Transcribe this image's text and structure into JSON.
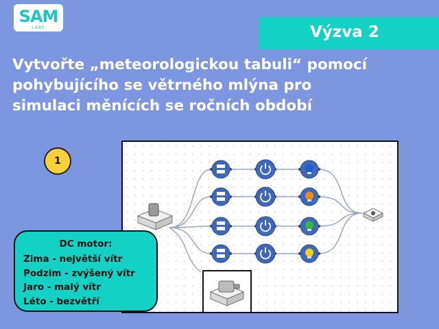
{
  "logo": {
    "text": "SAM",
    "sub": "LABS"
  },
  "badge": {
    "label": "Výzva 2"
  },
  "title": {
    "line1": "Vytvořte „meteorologickou tabuli“ pomocí",
    "line2": "pohybujícího se větrného mlýna pro",
    "line3": "simulaci měnících se ročních období"
  },
  "step": {
    "number": "1"
  },
  "colors": {
    "background": "#7d96e0",
    "accent": "#13d1c5",
    "node": "#3f68b8",
    "step_badge": "#f6d13a"
  },
  "diagram": {
    "source": "slider-block-icon",
    "rows": [
      {
        "logic": "compare-icon",
        "switch": "power-icon",
        "light_color": "#1f5fd6"
      },
      {
        "logic": "compare-icon",
        "switch": "power-icon",
        "light_color": "#f08a1a"
      },
      {
        "logic": "compare-icon",
        "switch": "power-icon",
        "light_color": "#33b83a"
      },
      {
        "logic": "compare-icon",
        "switch": "power-icon",
        "light_color": "#f0d21a"
      }
    ],
    "output": "rgb-light-block-icon",
    "motor": "dc-motor-icon"
  },
  "callout": {
    "title": "DC motor:",
    "lines": [
      "Zima - největší vítr",
      "Podzim - zvýšený vítr",
      "Jaro - malý vítr",
      "Léto - bezvětří"
    ]
  }
}
